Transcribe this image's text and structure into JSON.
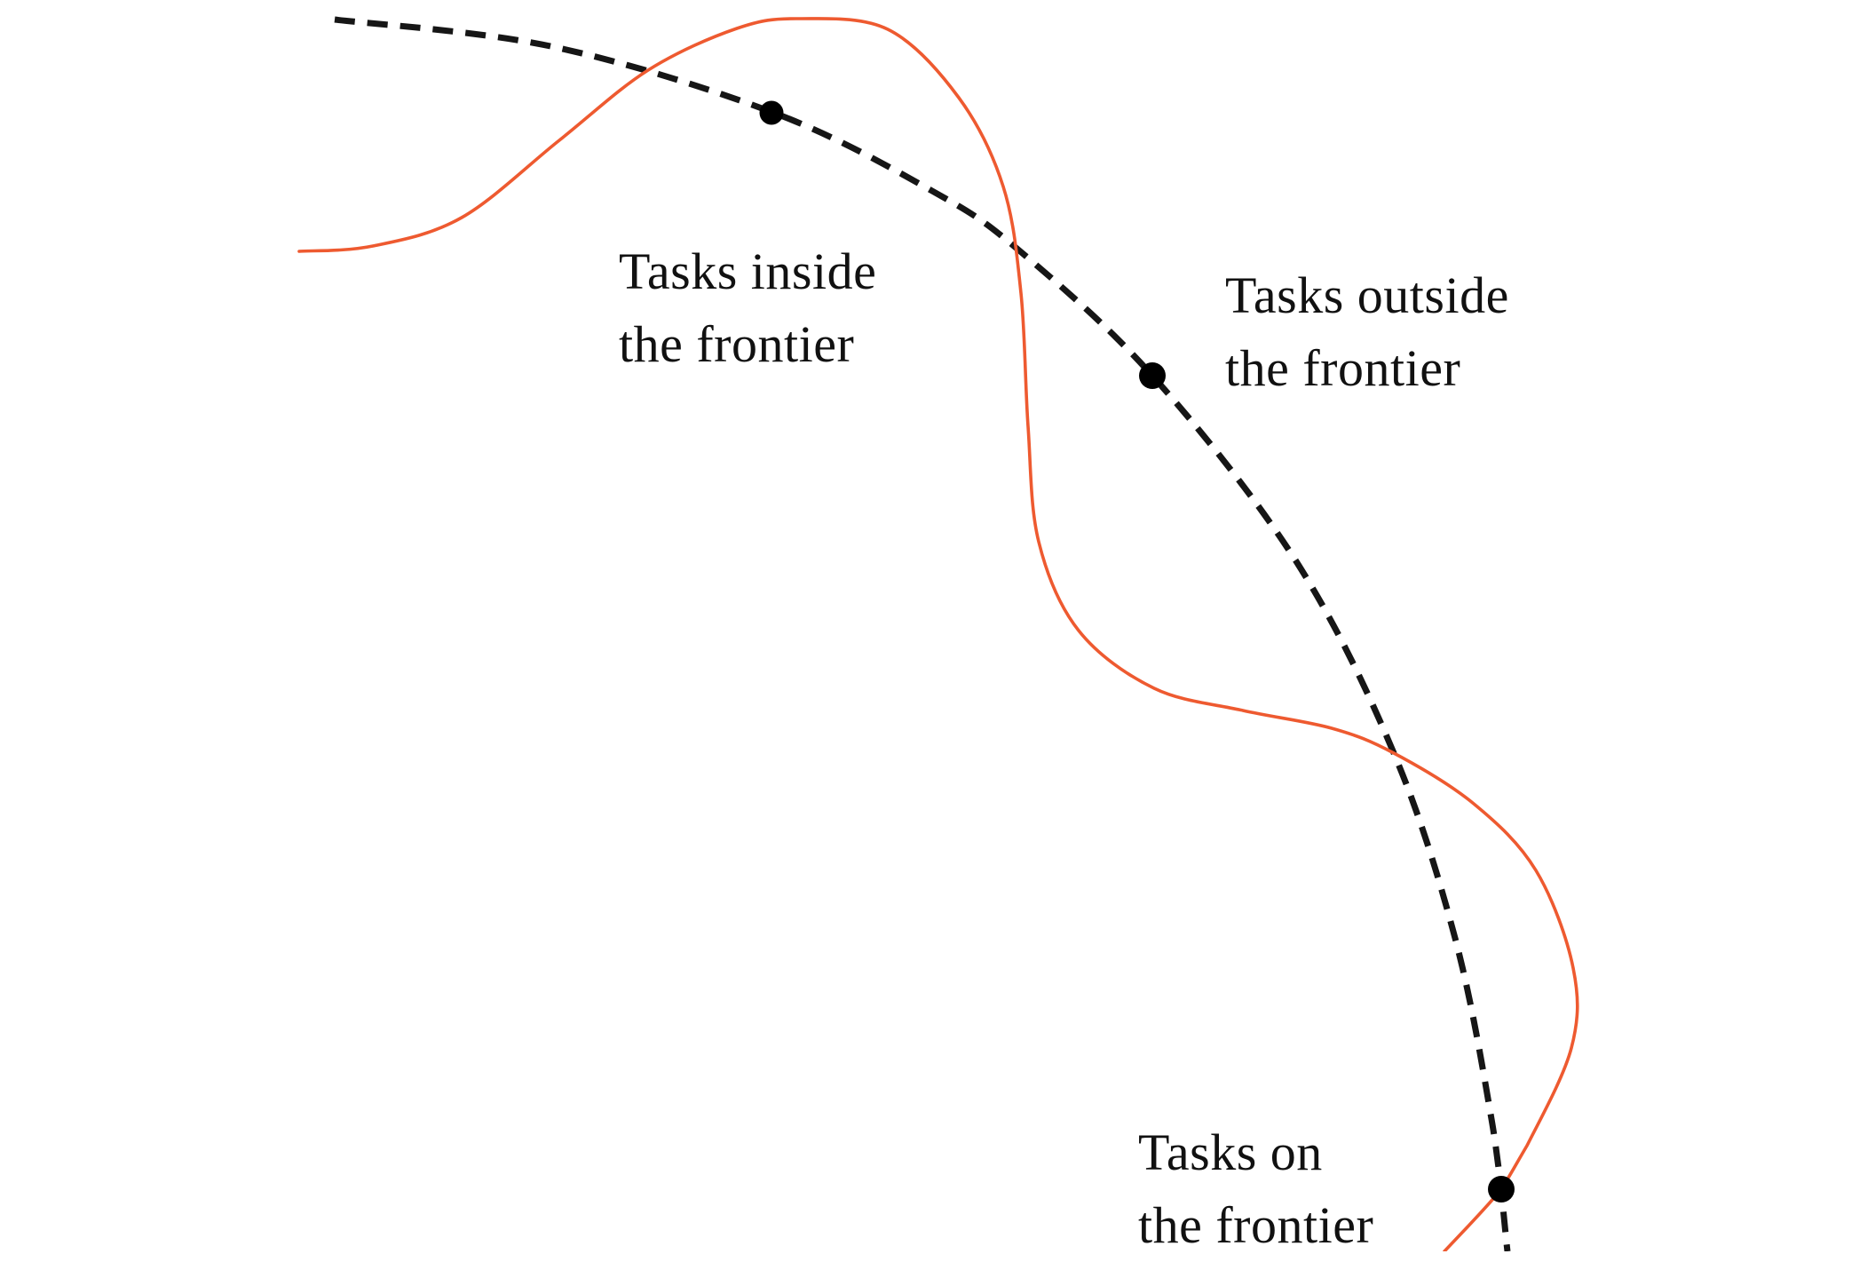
{
  "diagram": {
    "background": "#ffffff",
    "colors": {
      "frontier_dashed": "#161616",
      "capability_curve": "#ee5a30",
      "task_point": "#000000",
      "label_text": "#111111"
    },
    "labels": {
      "inside": {
        "line1": "Tasks inside",
        "line2": "the frontier"
      },
      "outside": {
        "line1": "Tasks outside",
        "line2": "the frontier"
      },
      "on": {
        "line1": "Tasks on",
        "line2": "the frontier"
      }
    },
    "points": [
      {
        "name": "task-point-inside-frontier"
      },
      {
        "name": "task-point-outside-frontier"
      },
      {
        "name": "task-point-on-frontier"
      }
    ]
  }
}
